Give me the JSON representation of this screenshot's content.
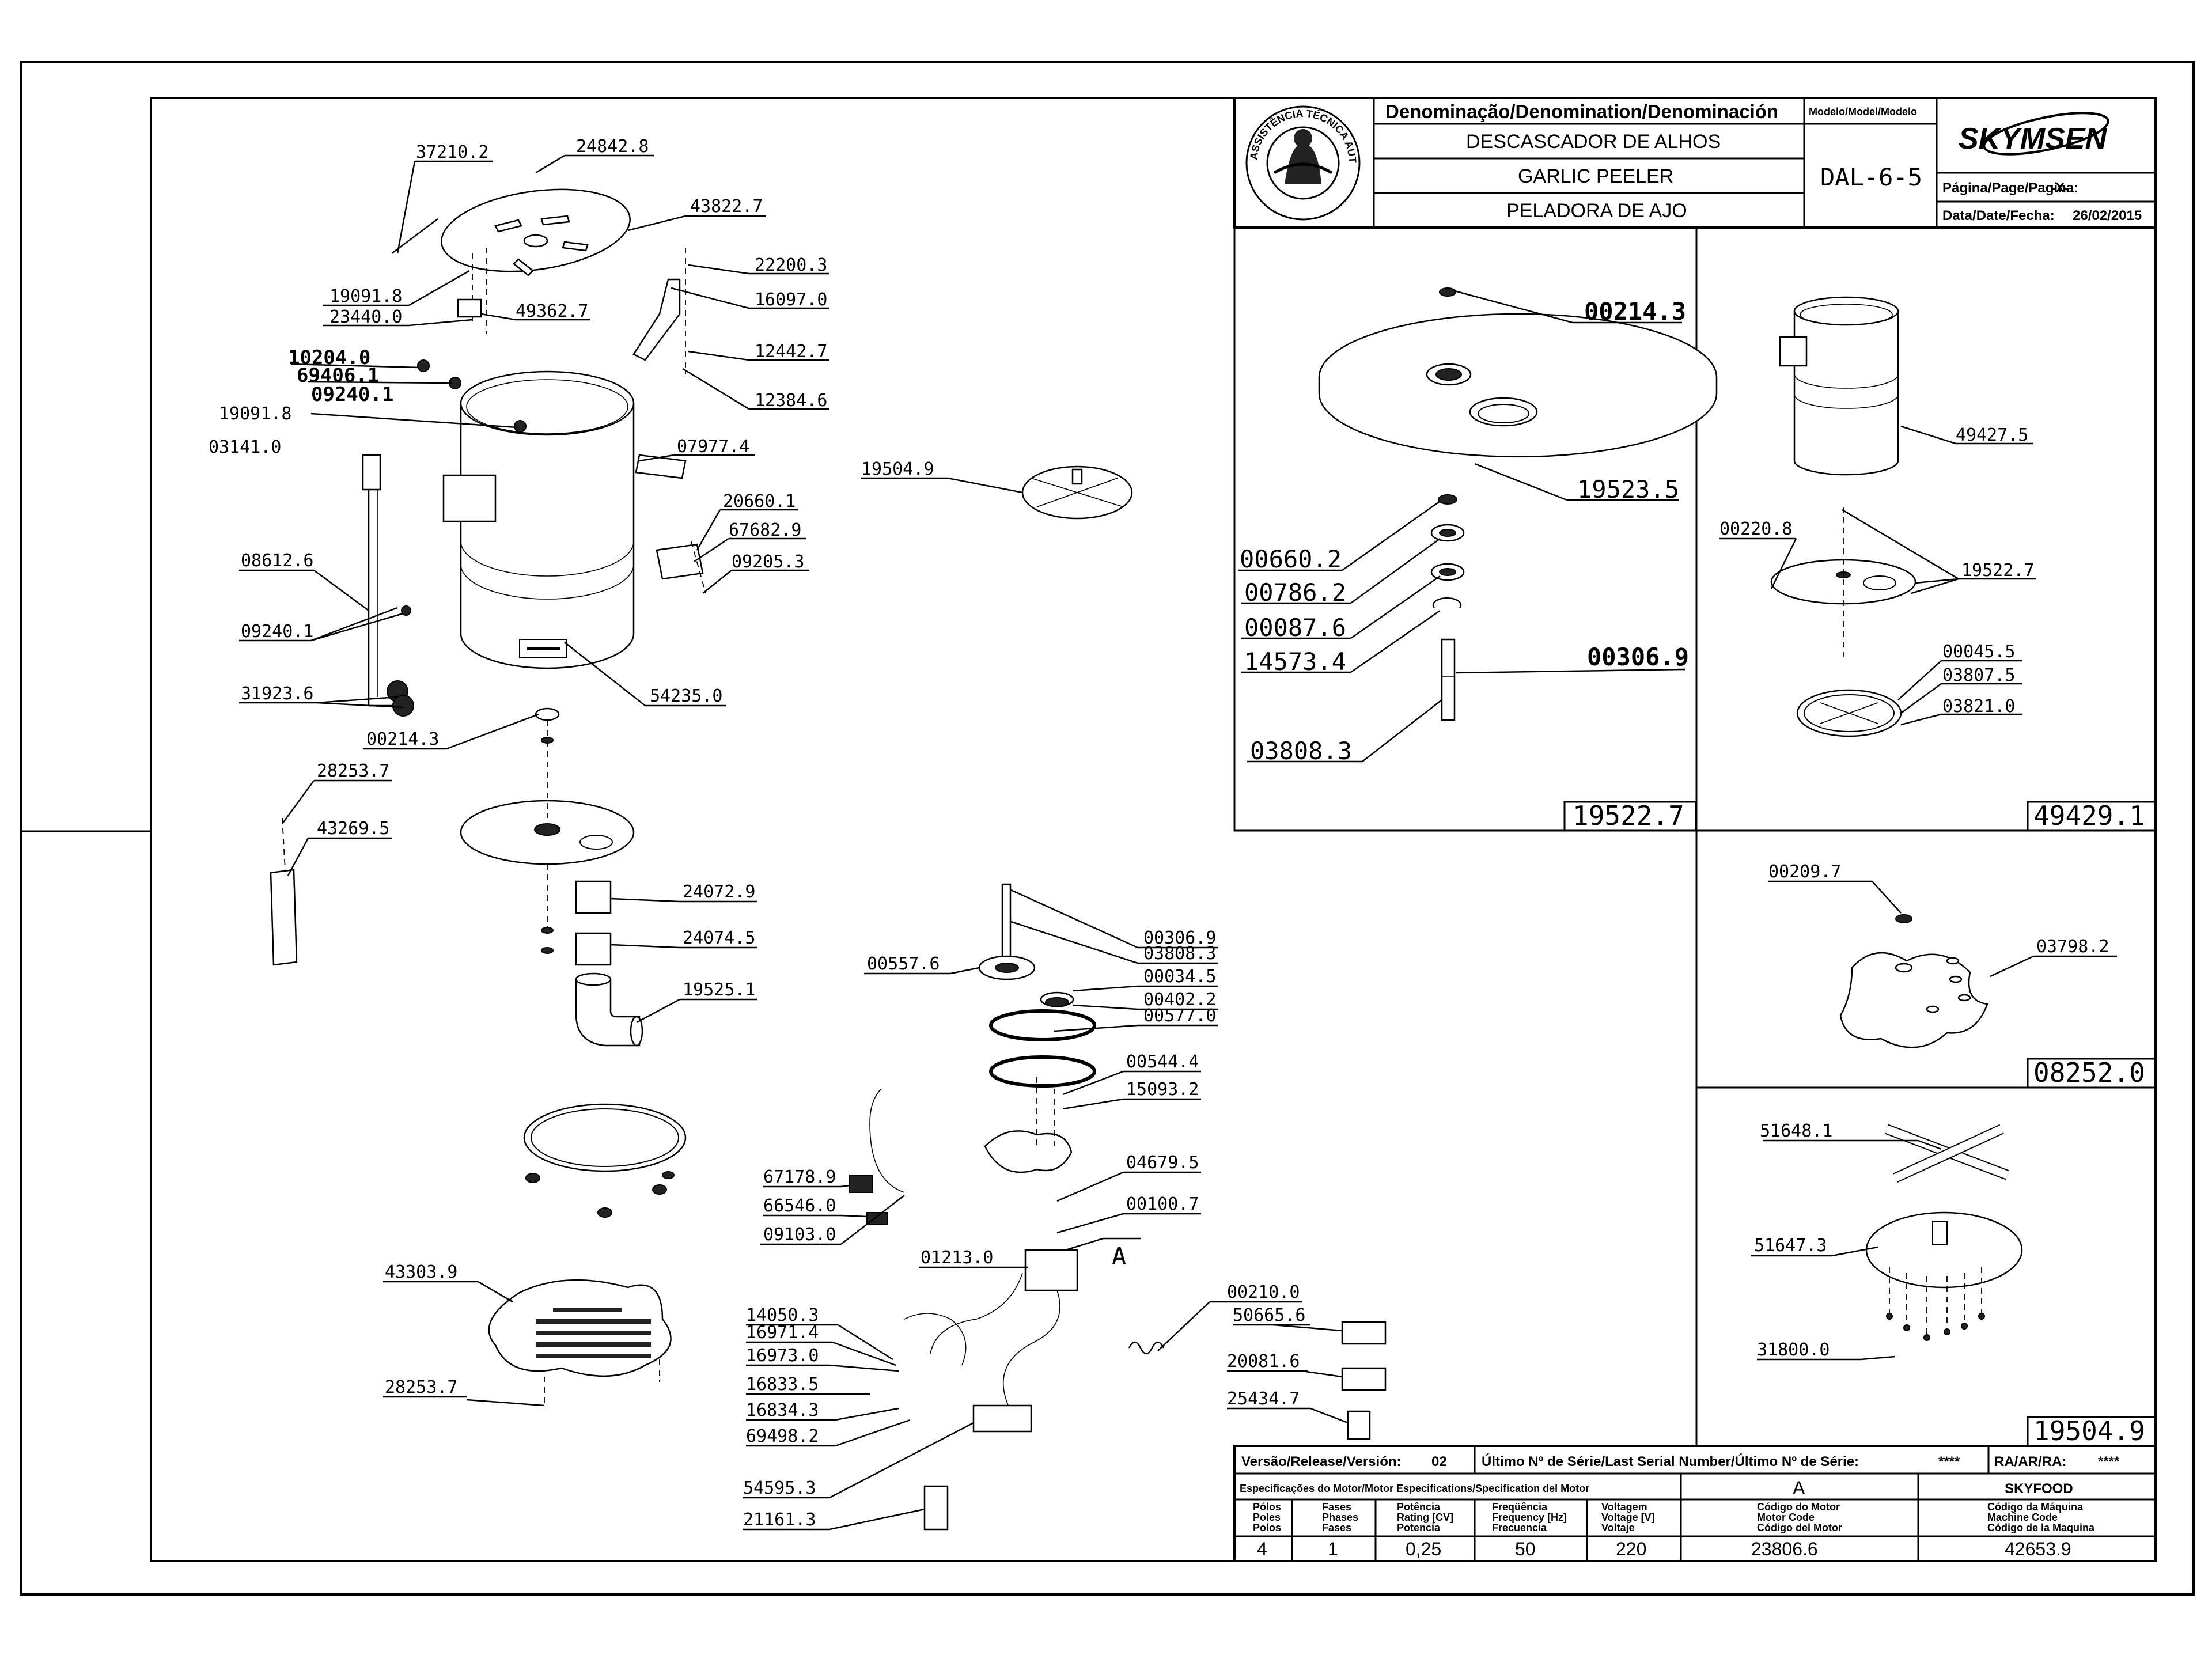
{
  "title_block": {
    "header_denomination": "Denominação/Denomination/Denominación",
    "header_model": "Modelo/Model/Modelo",
    "name_pt": "DESCASCADOR DE ALHOS",
    "name_en": "GARLIC PEELER",
    "name_es": "PELADORA DE AJO",
    "model": "DAL-6-5",
    "brand": "SKYMSEN",
    "page_label": "Página/Page/Pagina:",
    "page_value": "-X-",
    "date_label": "Data/Date/Fecha:",
    "date_value": "26/02/2015",
    "seal_text": "ASSISTÊNCIA TÉCNICA AUTORIZADA"
  },
  "bottom_block": {
    "version_label": "Versão/Release/Versión:",
    "version_value": "02",
    "serial_label": "Último Nº de Série/Last Serial Number/Último Nº de Série:",
    "serial_value": "****",
    "ra_label": "RA/AR/RA:",
    "ra_value": "****",
    "motor_spec_label": "Especificações do Motor/Motor Especifications/Specification del Motor",
    "motor_spec_value": "A",
    "skyfood": "SKYFOOD",
    "col_headers": [
      [
        "Pólos",
        "Poles",
        "Polos"
      ],
      [
        "Fases",
        "Phases",
        "Fases"
      ],
      [
        "Potência",
        "Rating [CV]",
        "Potencia"
      ],
      [
        "Freqüência",
        "Frequency [Hz]",
        "Frecuencia"
      ],
      [
        "Voltagem",
        "Voltage [V]",
        "Voltaje"
      ],
      [
        "Código do Motor",
        "Motor Code",
        "Código del Motor"
      ],
      [
        "Código da Máquina",
        "Machine Code",
        "Código de la Maquina"
      ]
    ],
    "values": [
      "4",
      "1",
      "0,25",
      "50",
      "220",
      "23806.6",
      "42653.9"
    ]
  },
  "main_labels": {
    "l37210_2": "37210.2",
    "l24842_8": "24842.8",
    "l43822_7": "43822.7",
    "l22200_3": "22200.3",
    "l16097_0": "16097.0",
    "l12442_7": "12442.7",
    "l12384_6": "12384.6",
    "l19091_8a": "19091.8",
    "l23440_0": "23440.0",
    "l49362_7": "49362.7",
    "l10204_0": "10204.0",
    "l69406_1": "69406.1",
    "l09240_1a": "09240.1",
    "l19091_8b": "19091.8",
    "l03141_0": "03141.0",
    "l07977_4": "07977.4",
    "l19504_9a": "19504.9",
    "l20660_1": "20660.1",
    "l67682_9": "67682.9",
    "l09205_3": "09205.3",
    "l08612_6": "08612.6",
    "l09240_1b": "09240.1",
    "l31923_6": "31923.6",
    "l54235_0": "54235.0",
    "l00214_3a": "00214.3",
    "l28253_7a": "28253.7",
    "l43269_5": "43269.5",
    "l24072_9": "24072.9",
    "l24074_5": "24074.5",
    "l19525_1": "19525.1",
    "l00557_6": "00557.6",
    "l00306_9a": "00306.9",
    "l03808_3a": "03808.3",
    "l00034_5": "00034.5",
    "l00402_2": "00402.2",
    "l00577_0": "00577.0",
    "l00544_4": "00544.4",
    "l15093_2": "15093.2",
    "l04679_5": "04679.5",
    "l00100_7": "00100.7",
    "l_A": "A",
    "l67178_9": "67178.9",
    "l66546_0": "66546.0",
    "l09103_0": "09103.0",
    "l01213_0": "01213.0",
    "l43303_9": "43303.9",
    "l28253_7b": "28253.7",
    "l14050_3": "14050.3",
    "l16971_4": "16971.4",
    "l16973_0": "16973.0",
    "l16833_5": "16833.5",
    "l16834_3": "16834.3",
    "l69498_2": "69498.2",
    "l54595_3": "54595.3",
    "l21161_3": "21161.3",
    "l00210_0": "00210.0",
    "l50665_6": "50665.6",
    "l20081_6": "20081.6",
    "l25434_7": "25434.7"
  },
  "detail_1952": {
    "l00214_3": "00214.3",
    "l19523_5": "19523.5",
    "l00660_2": "00660.2",
    "l00786_2": "00786.2",
    "l00087_6": "00087.6",
    "l14573_4": "14573.4",
    "l00306_9": "00306.9",
    "l03808_3": "03808.3",
    "box": "19522.7"
  },
  "detail_4942": {
    "l49427_5": "49427.5",
    "l00220_8": "00220.8",
    "l19522_7": "19522.7",
    "l00045_5": "00045.5",
    "l03807_5": "03807.5",
    "l03821_0": "03821.0",
    "box": "49429.1"
  },
  "detail_0825": {
    "l00209_7": "00209.7",
    "l03798_2": "03798.2",
    "box": "08252.0"
  },
  "detail_1950": {
    "l51648_1": "51648.1",
    "l51647_3": "51647.3",
    "l31800_0": "31800.0",
    "box": "19504.9"
  }
}
